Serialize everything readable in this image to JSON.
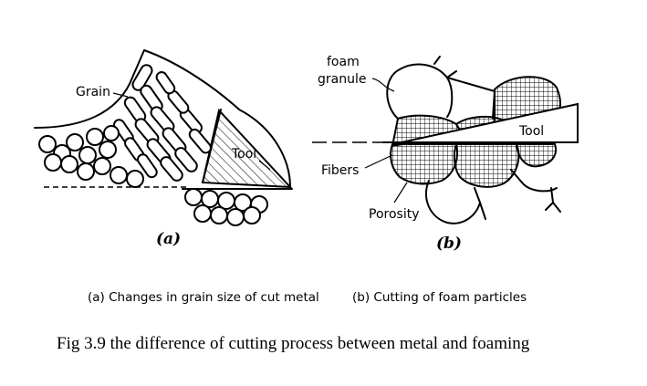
{
  "panel_a": {
    "grain_label": "Grain",
    "tool_label": "Tool",
    "panel_label": "(a)",
    "subcaption": "(a) Changes in grain size of cut metal"
  },
  "panel_b": {
    "granule_label_1": "foam",
    "granule_label_2": "granule",
    "tool_label": "Tool",
    "fibers_label": "Fibers",
    "porosity_label": "Porosity",
    "panel_label": "(b)",
    "subcaption": "(b) Cutting of foam particles"
  },
  "caption": "Fig 3.9 the difference of cutting process between metal and foaming"
}
